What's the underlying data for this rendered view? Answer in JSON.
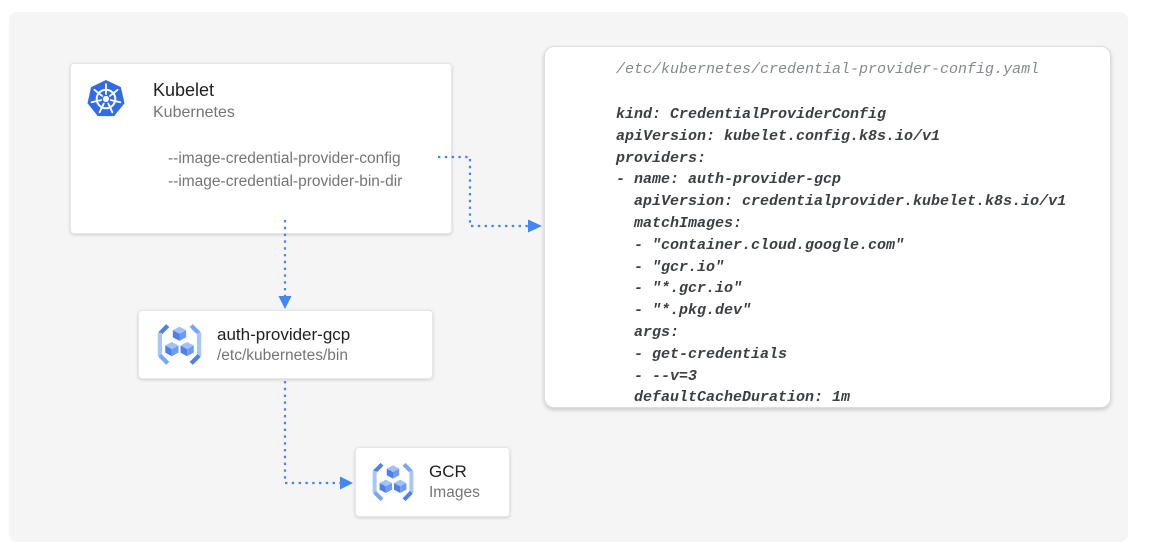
{
  "colors": {
    "accent_blue": "#4285f4",
    "kubernetes_blue": "#326ce5",
    "canvas_gray": "#f5f5f5",
    "card_title": "#212121",
    "card_subtitle": "#757575",
    "code_text": "#3c4043",
    "code_filename_text": "#85898f"
  },
  "nodes": {
    "kubelet": {
      "icon": "kubernetes-helm-icon",
      "title": "Kubelet",
      "subtitle": "Kubernetes",
      "flags": [
        "--image-credential-provider-config",
        "--image-credential-provider-bin-dir"
      ]
    },
    "auth_provider": {
      "icon": "container-registry-icon",
      "title": "auth-provider-gcp",
      "subtitle": "/etc/kubernetes/bin"
    },
    "gcr": {
      "icon": "container-registry-icon",
      "title": "GCR",
      "subtitle": "Images"
    }
  },
  "code_panel": {
    "filename": "/etc/kubernetes/credential-provider-config.yaml",
    "lines": [
      "kind: CredentialProviderConfig",
      "apiVersion: kubelet.config.k8s.io/v1",
      "providers:",
      "- name: auth-provider-gcp",
      "  apiVersion: credentialprovider.kubelet.k8s.io/v1",
      "  matchImages:",
      "  - \"container.cloud.google.com\"",
      "  - \"gcr.io\"",
      "  - \"*.gcr.io\"",
      "  - \"*.pkg.dev\"",
      "  args:",
      "  - get-credentials",
      "  - --v=3",
      "  defaultCacheDuration: 1m"
    ]
  },
  "arrows": [
    {
      "from": "kubelet-config-flag",
      "to": "credential-provider-config-file"
    },
    {
      "from": "kubelet",
      "to": "auth-provider-gcp"
    },
    {
      "from": "auth-provider-gcp",
      "to": "gcr-images"
    }
  ]
}
